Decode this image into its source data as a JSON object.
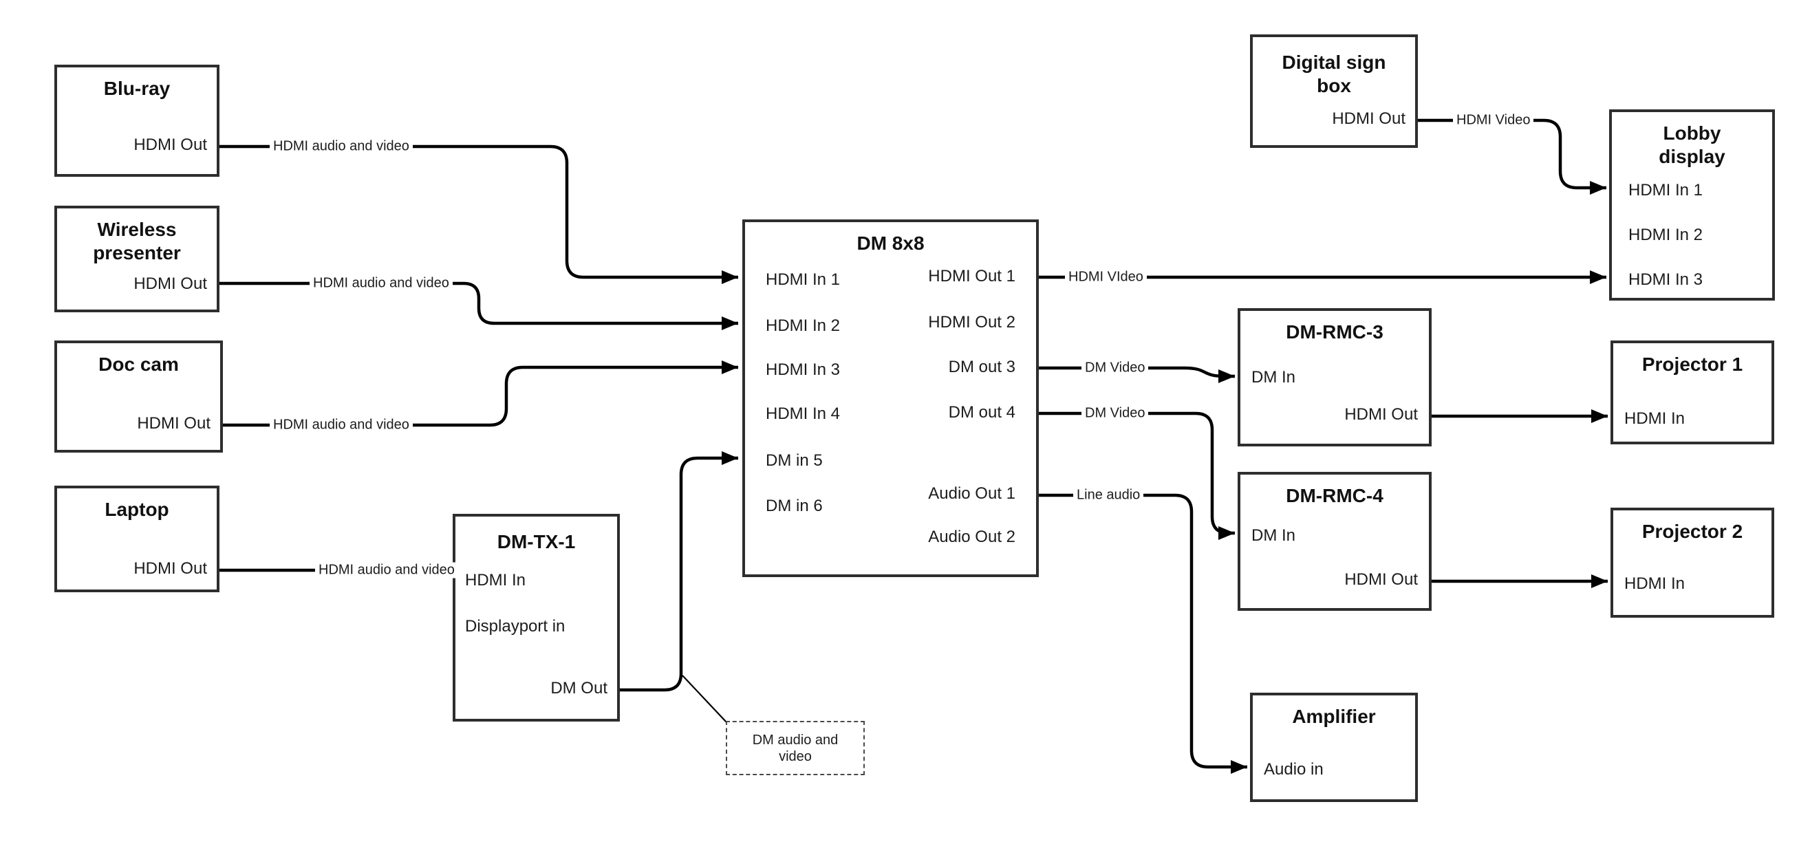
{
  "colors": {
    "line": "#000000",
    "border": "#2e2e2e",
    "text": "#111111",
    "bg": "#ffffff"
  },
  "boxes": {
    "bluray": {
      "title": "Blu-ray",
      "ports": {
        "hdmi_out": "HDMI Out"
      }
    },
    "wireless": {
      "title": "Wireless presenter",
      "ports": {
        "hdmi_out": "HDMI Out"
      }
    },
    "doccam": {
      "title": "Doc cam",
      "ports": {
        "hdmi_out": "HDMI Out"
      }
    },
    "laptop": {
      "title": "Laptop",
      "ports": {
        "hdmi_out": "HDMI Out"
      }
    },
    "dmtx1": {
      "title": "DM-TX-1",
      "ports": {
        "hdmi_in": "HDMI In",
        "displayport_in": "Displayport in",
        "dm_out": "DM Out"
      }
    },
    "dm8x8": {
      "title": "DM 8x8",
      "ports": {
        "hdmi_in_1": "HDMI In 1",
        "hdmi_in_2": "HDMI In 2",
        "hdmi_in_3": "HDMI In 3",
        "hdmi_in_4": "HDMI In 4",
        "dm_in_5": "DM in 5",
        "dm_in_6": "DM in 6",
        "hdmi_out_1": "HDMI Out 1",
        "hdmi_out_2": "HDMI Out 2",
        "dm_out_3": "DM out 3",
        "dm_out_4": "DM out 4",
        "audio_out_1": "Audio Out 1",
        "audio_out_2": "Audio Out 2"
      }
    },
    "signbox": {
      "title": "Digital sign box",
      "ports": {
        "hdmi_out": "HDMI Out"
      }
    },
    "lobby": {
      "title": "Lobby display",
      "ports": {
        "hdmi_in_1": "HDMI In 1",
        "hdmi_in_2": "HDMI In 2",
        "hdmi_in_3": "HDMI In 3"
      }
    },
    "dmrmc3": {
      "title": "DM-RMC-3",
      "ports": {
        "dm_in": "DM In",
        "hdmi_out": "HDMI Out"
      }
    },
    "proj1": {
      "title": "Projector 1",
      "ports": {
        "hdmi_in": "HDMI In"
      }
    },
    "dmrmc4": {
      "title": "DM-RMC-4",
      "ports": {
        "dm_in": "DM In",
        "hdmi_out": "HDMI Out"
      }
    },
    "proj2": {
      "title": "Projector 2",
      "ports": {
        "hdmi_in": "HDMI In"
      }
    },
    "amplifier": {
      "title": "Amplifier",
      "ports": {
        "audio_in": "Audio in"
      }
    }
  },
  "connection_labels": {
    "bluray_to_dm8x8": "HDMI audio and video",
    "wireless_to_dm8x8": "HDMI audio and video",
    "doccam_to_dm8x8": "HDMI audio and video",
    "laptop_to_dmtx1": "HDMI audio and video",
    "signbox_to_lobby": "HDMI Video",
    "hdmi_out_1_to_lobby": "HDMI VIdeo",
    "dm_out_3_to_dmrmc3": "DM Video",
    "dm_out_4_to_dmrmc4": "DM Video",
    "audio_out_1_to_amplifier": "Line audio"
  },
  "annotation": {
    "note": "DM audio and video"
  }
}
